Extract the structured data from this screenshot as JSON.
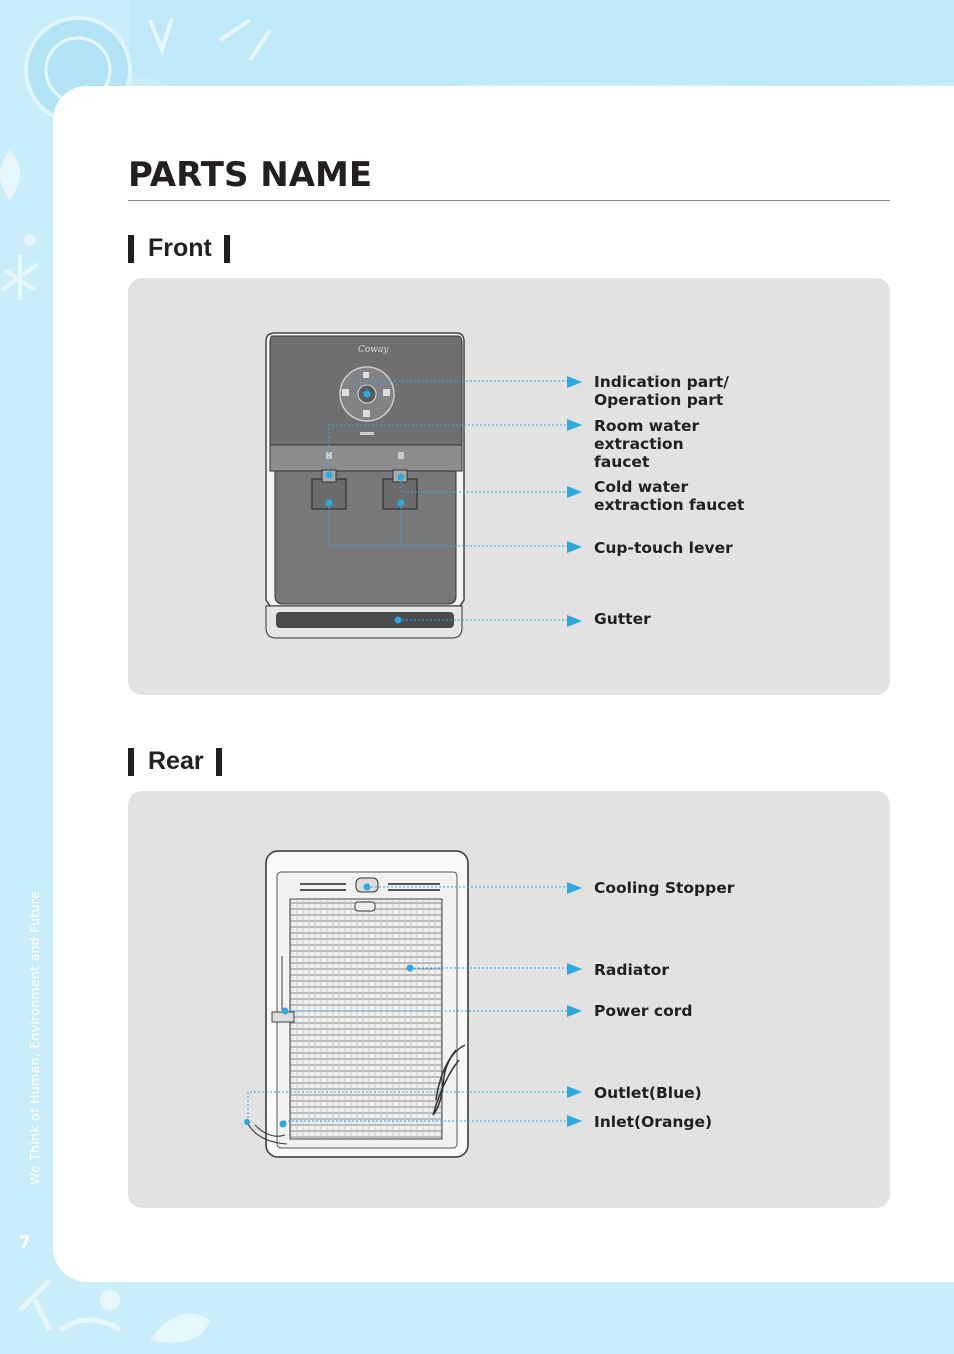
{
  "page": {
    "number": "7",
    "side_text": "We Think of Human, Environment and Future"
  },
  "title": "PARTS NAME",
  "sections": {
    "front": {
      "heading": "Front",
      "brand": "Coway",
      "labels": [
        "Indication part/\nOperation part",
        "Room water\nextraction\nfaucet",
        "Cold water\nextraction faucet",
        "Cup-touch lever",
        "Gutter"
      ]
    },
    "rear": {
      "heading": "Rear",
      "labels": [
        "Cooling Stopper",
        "Radiator",
        "Power cord",
        "Outlet(Blue)",
        "Inlet(Orange)"
      ]
    }
  },
  "colors": {
    "accent": "#29abe2",
    "panel": "#e2e2e2",
    "background": "#c9eefa",
    "text": "#231f20"
  }
}
